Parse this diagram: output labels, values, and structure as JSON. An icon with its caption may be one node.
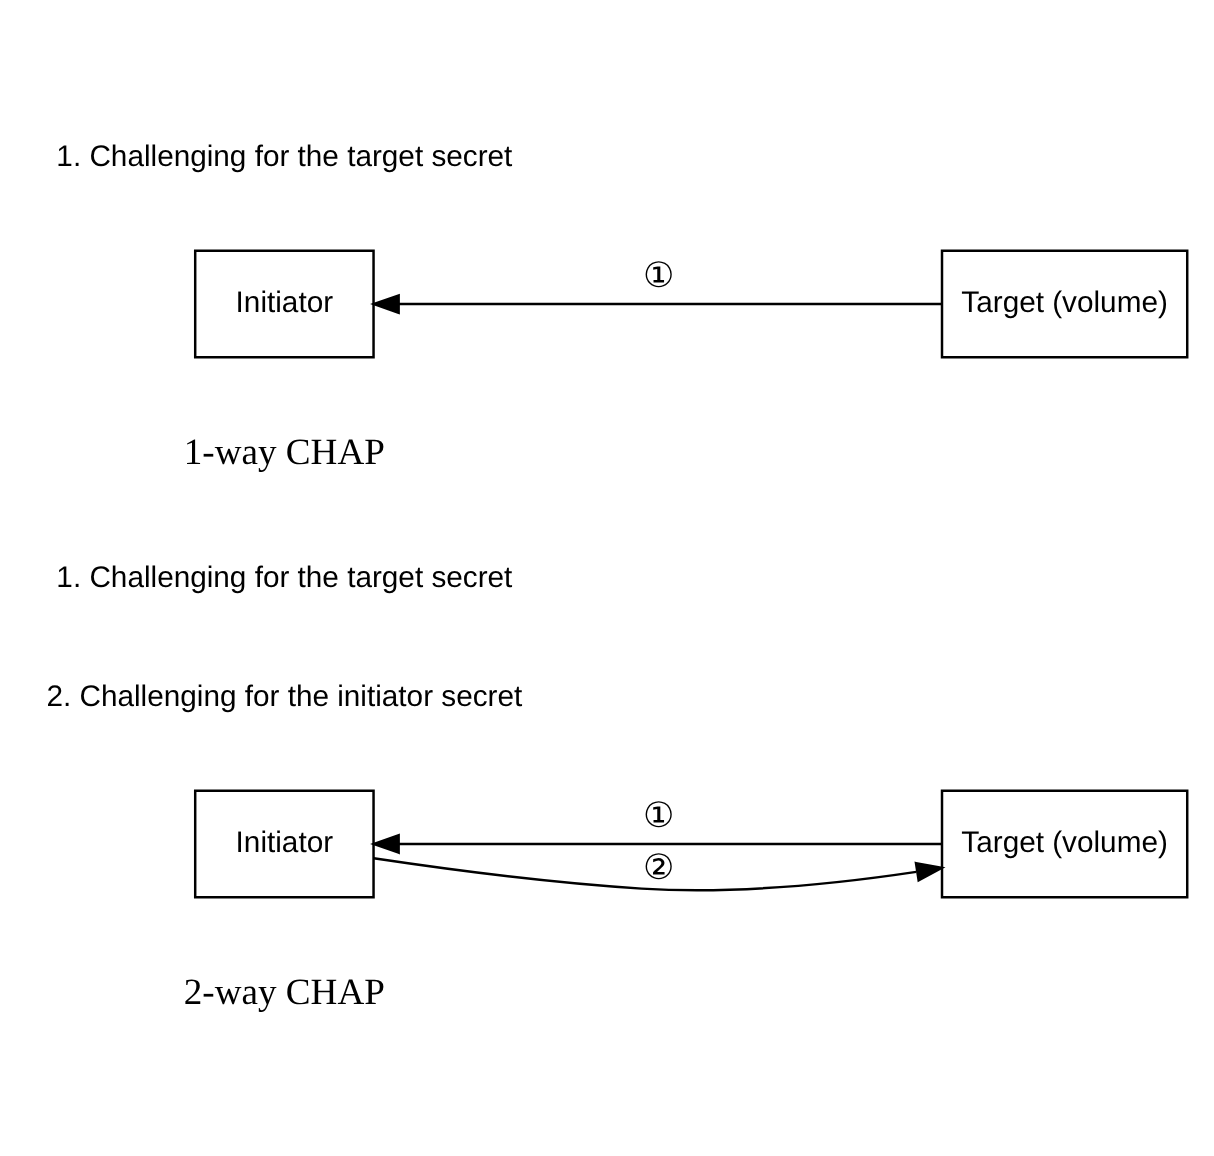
{
  "diagram": {
    "nodes": [
      {
        "text": [
          "Initiator"
        ]
      },
      {
        "text": [
          "Target (volume)"
        ]
      },
      {
        "text": [
          "Initiator"
        ]
      },
      {
        "text": [
          "Target (volume)"
        ]
      }
    ],
    "edges": [
      {
        "from": 1,
        "to": 0,
        "arrow": "to",
        "label": "①"
      },
      {
        "from": 3,
        "to": 2,
        "arrow": "to",
        "label": "①"
      },
      {
        "from": 2,
        "to": 3,
        "arrow": "to",
        "label": "②"
      }
    ],
    "labels": [
      "1. Challenging for the target secret",
      "1-way CHAP",
      "1. Challenging for the target secret",
      "2. Challenging for the initiator secret",
      "2-way CHAP"
    ]
  }
}
